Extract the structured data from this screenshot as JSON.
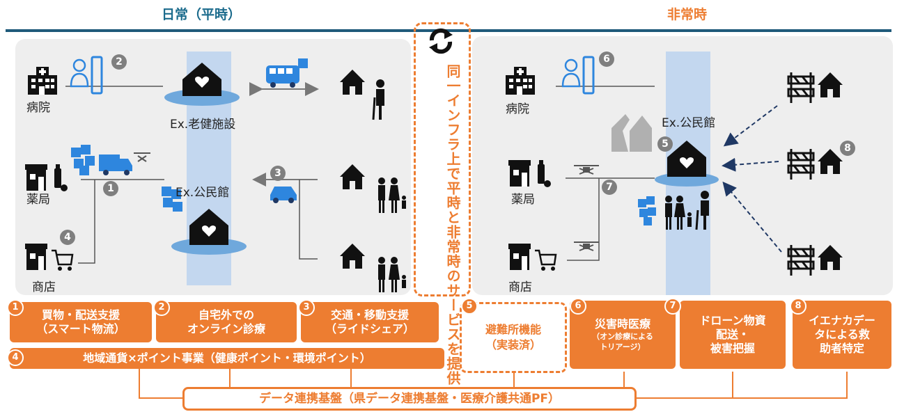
{
  "header": {
    "left_title": "日常（平時）",
    "right_title": "非常時"
  },
  "center": {
    "vertical_text": "同一インフラ上で平時と非常時のサービスを提供"
  },
  "left_panel": {
    "hospital": "病院",
    "pharmacy": "薬局",
    "store": "商店",
    "facility_top": "Ex.老健施設",
    "facility_bottom": "Ex.公民館",
    "badges": [
      "2",
      "1",
      "3",
      "4"
    ]
  },
  "right_panel": {
    "hospital": "病院",
    "pharmacy": "薬局",
    "store": "商店",
    "facility": "Ex.公民館",
    "badges": [
      "6",
      "5",
      "7",
      "8"
    ]
  },
  "services": [
    {
      "num": "1",
      "line1": "買物・配送支援",
      "line2": "（スマート物流）"
    },
    {
      "num": "2",
      "line1": "自宅外での",
      "line2": "オンライン診療"
    },
    {
      "num": "3",
      "line1": "交通・移動支援",
      "line2": "（ライドシェア）"
    },
    {
      "num": "4",
      "line1": "地域通貨×ポイント事業（健康ポイント・環境ポイント）"
    },
    {
      "num": "5",
      "line1": "避難所機能",
      "line2": "（実装済）"
    },
    {
      "num": "6",
      "line1": "災害時医療",
      "line2": "（オン診療による",
      "line3": "トリアージ）"
    },
    {
      "num": "7",
      "line1": "ドローン物資",
      "line2": "配送・",
      "line3": "被害把握"
    },
    {
      "num": "8",
      "line1": "イエナカデー",
      "line2": "タによる救",
      "line3": "助者特定"
    }
  ],
  "platform": {
    "label": "データ連携基盤（県データ連携基盤・医療介護共通PF）"
  },
  "colors": {
    "accent": "#ed7d31",
    "header_blue": "#1b6b8c",
    "band": "#c3d7ef",
    "icon": "#111111",
    "device": "#2e86de"
  }
}
